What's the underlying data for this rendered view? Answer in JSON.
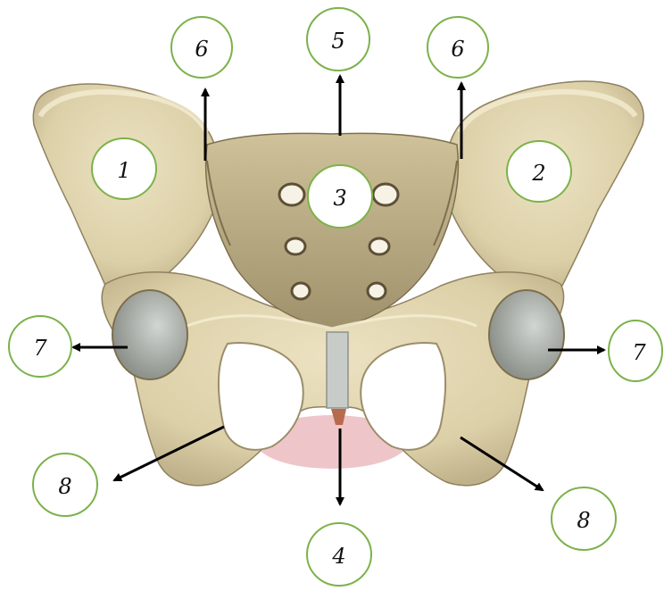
{
  "figure": {
    "colors": {
      "bone": "#e2d6b0",
      "bone_shadow": "#b9ab84",
      "bone_dark": "#7d6f4e",
      "cartilage": "#c8ccc8",
      "coccyx": "#b86a4e",
      "pelvic_floor": "#ebbcc0",
      "label_border": "#7cb24a",
      "arrow": "#000000"
    },
    "labels": [
      {
        "id": "l1",
        "text": "1"
      },
      {
        "id": "l2",
        "text": "2"
      },
      {
        "id": "l3",
        "text": "3"
      },
      {
        "id": "l4",
        "text": "4"
      },
      {
        "id": "l5",
        "text": "5"
      },
      {
        "id": "l6a",
        "text": "6"
      },
      {
        "id": "l6b",
        "text": "6"
      },
      {
        "id": "l7a",
        "text": "7"
      },
      {
        "id": "l7b",
        "text": "7"
      },
      {
        "id": "l8a",
        "text": "8"
      },
      {
        "id": "l8b",
        "text": "8"
      }
    ]
  }
}
